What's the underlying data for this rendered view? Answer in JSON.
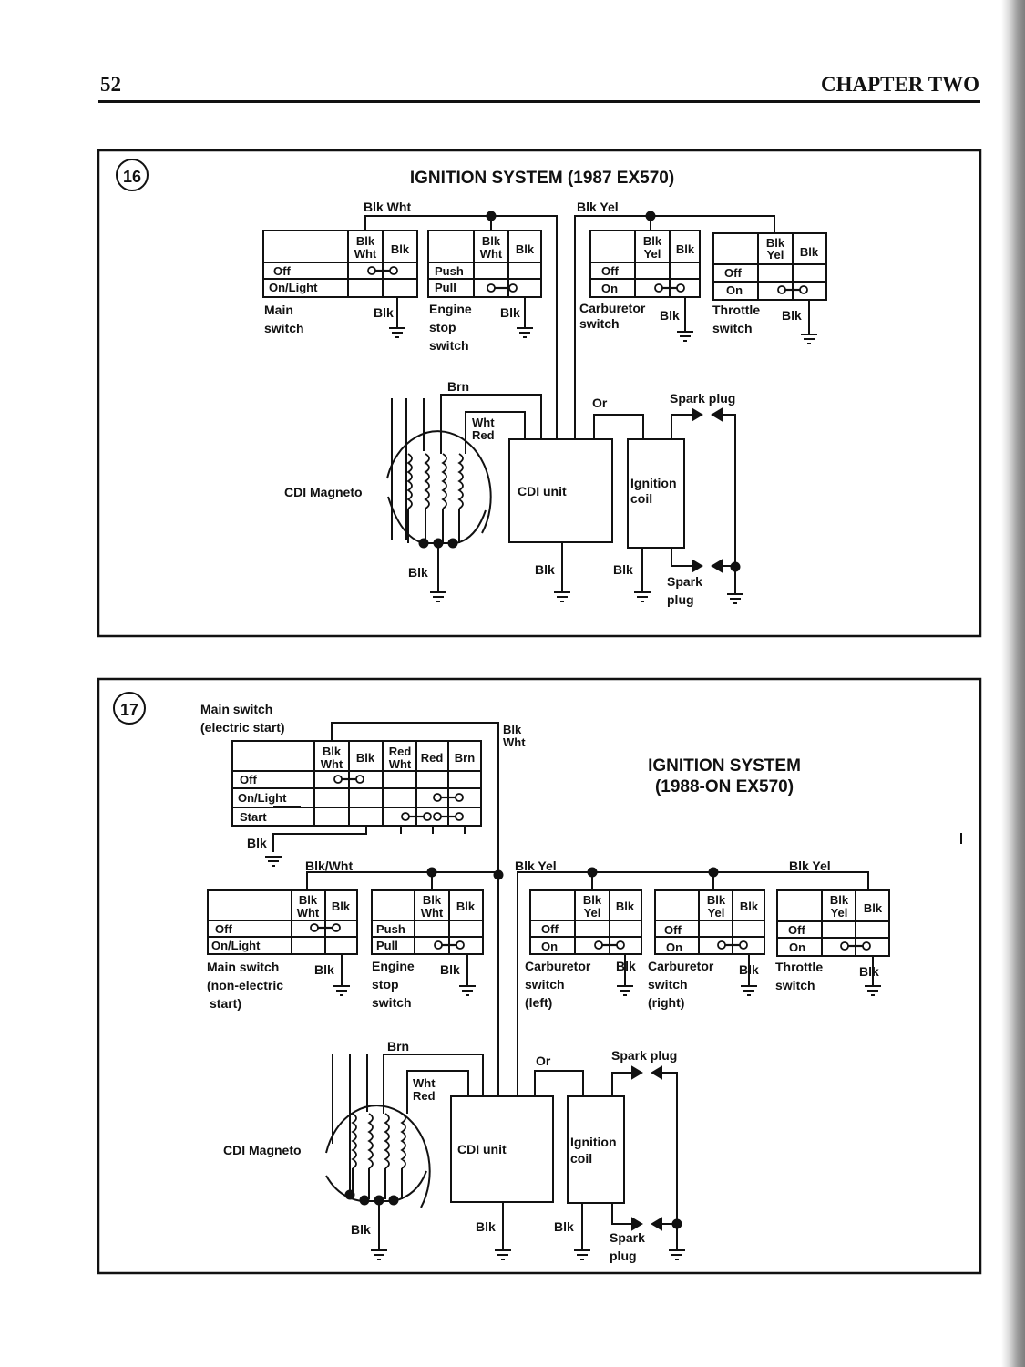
{
  "header": {
    "page_number": "52",
    "chapter": "CHAPTER TWO"
  },
  "fig16": {
    "number": "16",
    "title": "IGNITION SYSTEM (1987 EX570)",
    "wire_top_left": "Blk  Wht",
    "wire_top_right": "Blk Yel",
    "main_switch": {
      "c1a": "Blk",
      "c1b": "Wht",
      "c2": "Blk",
      "r1": "Off",
      "r2": "On/Light",
      "label1": "Main",
      "label2": "switch",
      "ground": "Blk"
    },
    "engine_stop": {
      "c1a": "Blk",
      "c1b": "Wht",
      "c2": "Blk",
      "r1": "Push",
      "r2": "Pull",
      "label1": "Engine",
      "label2": "stop",
      "label3": "switch",
      "ground": "Blk"
    },
    "carb_switch": {
      "c1a": "Blk",
      "c1b": "Yel",
      "c2": "Blk",
      "r1": "Off",
      "r2": "On",
      "label1": "Carburetor",
      "label2": "switch",
      "ground": "Blk"
    },
    "throttle_switch": {
      "c1a": "Blk",
      "c1b": "Yel",
      "c2": "Blk",
      "r1": "Off",
      "r2": "On",
      "label1": "Throttle",
      "label2": "switch",
      "ground": "Blk"
    },
    "brn": "Brn",
    "wht": "Wht",
    "red": "Red",
    "or": "Or",
    "magneto": "CDI Magneto",
    "cdi": "CDI unit",
    "coil1": "Ignition",
    "coil2": "coil",
    "spark_top": "Spark plug",
    "spark_bot1": "Spark",
    "spark_bot2": "plug",
    "blk_mag": "Blk",
    "blk_cdi": "Blk",
    "blk_coil": "Blk"
  },
  "fig17": {
    "number": "17",
    "title1": "IGNITION SYSTEM",
    "title2": "(1988-ON EX570)",
    "main_label1": "Main switch",
    "main_label2": "(electric start)",
    "main_cols": {
      "c1a": "Blk",
      "c1b": "Wht",
      "c2": "Blk",
      "c3a": "Red",
      "c3b": "Wht",
      "c4": "Red",
      "c5": "Brn"
    },
    "main_rows": [
      "Off",
      "On/Light",
      "Start"
    ],
    "blk_wht_right1": "Blk",
    "blk_wht_right2": "Wht",
    "main_ground": "Blk",
    "blk_wht_wire": "Blk/Wht",
    "blk_yel_1": "Blk Yel",
    "blk_yel_2": "Blk Yel",
    "main_ne": {
      "c1a": "Blk",
      "c1b": "Wht",
      "c2": "Blk",
      "r1": "Off",
      "r2": "On/Light",
      "label1": "Main switch",
      "label2": "(non-electric",
      "label3": "start)",
      "ground": "Blk"
    },
    "engine_stop": {
      "c1a": "Blk",
      "c1b": "Wht",
      "c2": "Blk",
      "r1": "Push",
      "r2": "Pull",
      "label1": "Engine",
      "label2": "stop",
      "label3": "switch",
      "ground": "Blk"
    },
    "carb_left": {
      "c1a": "Blk",
      "c1b": "Yel",
      "c2": "Blk",
      "r1": "Off",
      "r2": "On",
      "label1": "Carburetor",
      "label2": "switch",
      "label3": "(left)",
      "ground": "Blk"
    },
    "carb_right": {
      "c1a": "Blk",
      "c1b": "Yel",
      "c2": "Blk",
      "r1": "Off",
      "r2": "On",
      "label1": "Carburetor",
      "label2": "switch",
      "label3": "(right)",
      "ground": "Blk"
    },
    "throttle": {
      "c1a": "Blk",
      "c1b": "Yel",
      "c2": "Blk",
      "r1": "Off",
      "r2": "On",
      "label1": "Throttle",
      "label2": "switch",
      "ground": "Blk"
    },
    "brn": "Brn",
    "wht": "Wht",
    "red": "Red",
    "or": "Or",
    "magneto": "CDI Magneto",
    "cdi": "CDI unit",
    "coil1": "Ignition",
    "coil2": "coil",
    "spark_top": "Spark plug",
    "spark_bot1": "Spark",
    "spark_bot2": "plug",
    "blk_mag": "Blk",
    "blk_cdi": "Blk",
    "blk_coil": "Blk"
  }
}
